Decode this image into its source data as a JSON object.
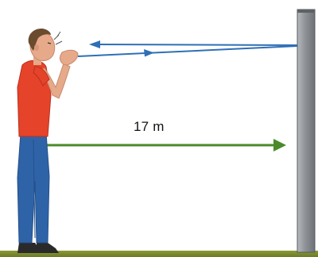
{
  "diagram": {
    "distance_label": "17 m",
    "elements": {
      "person": "person-shouting-icon",
      "wall": "wall-pillar",
      "sound_wave": "sound-arrow-outgoing",
      "echo": "sound-arrow-echo",
      "distance": "distance-arrow"
    },
    "colors": {
      "ground": "#7a8a2e",
      "wall": "#8e9296",
      "sound_arrows": "#2f6fb6",
      "distance_arrow": "#4a8a2a",
      "shirt": "#e5432a",
      "jeans": "#2f63a8",
      "skin": "#e6a98a",
      "hair": "#6b4b2e"
    }
  }
}
